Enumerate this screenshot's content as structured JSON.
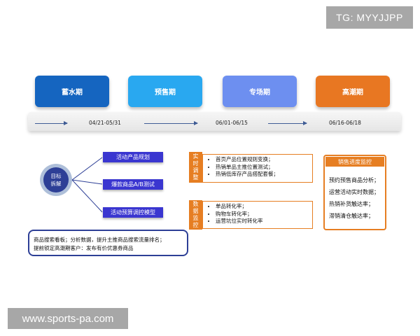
{
  "watermarks": {
    "top": "TG: MYYJJPP",
    "bottom": "www.sports-pa.com"
  },
  "phases": [
    {
      "label": "蓄水期",
      "color": "#1565c0"
    },
    {
      "label": "预售期",
      "color": "#29a8f0"
    },
    {
      "label": "专场期",
      "color": "#6d8ff0"
    },
    {
      "label": "高潮期",
      "color": "#e87722"
    }
  ],
  "dates": [
    "04/21-05/31",
    "06/01-06/15",
    "06/16-06/18"
  ],
  "goal_center": {
    "line1": "目标",
    "line2": "拆解"
  },
  "goals": [
    "活动产品规划",
    "爆款商品A/B测试",
    "活动预算调控模型"
  ],
  "data_board": {
    "line1": "商品搜索看板；分析数据，提升主推商品搜索流量排名；",
    "line2": "提前锁定高潮期客户：发布有价优惠券商品"
  },
  "realtime": {
    "label": [
      "实",
      "时",
      "调",
      "整"
    ],
    "items": [
      "首页产品位置规则变换；",
      "热销单品主推位置测试；",
      "热销低库存产品搭配套餐；"
    ]
  },
  "data_monitor": {
    "label": [
      "数",
      "据",
      "监",
      "控"
    ],
    "items": [
      "单品转化率；",
      "购物车转化率；",
      "运营坑位实时转化率"
    ]
  },
  "sales_monitor": {
    "title": "销售进度监控",
    "items": [
      "预约预售商品分析；",
      "运营活动实时数据；",
      "热销补货触达率；",
      "滞销清仓触达率；"
    ]
  },
  "colors": {
    "accent_orange": "#e67e22",
    "navy": "#2d3f96",
    "goal_blue": "#3a36d0"
  }
}
